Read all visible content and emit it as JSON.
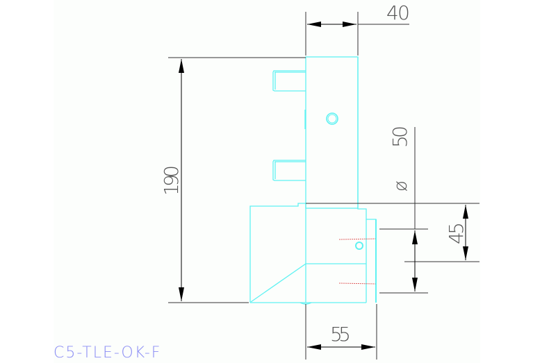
{
  "drawing": {
    "label": "C5-TLE-OK-F",
    "colors": {
      "background": "#fcfefc",
      "outline": "#5ff2f2",
      "dimension": "#333333",
      "hidden_line": "#e06060",
      "label": "#8a8cf4"
    },
    "dimensions": {
      "width_top": "40",
      "height_total": "190",
      "diameter_symbol": "ø",
      "diameter_value": "50",
      "height_lower": "45",
      "width_bottom": "55"
    }
  }
}
